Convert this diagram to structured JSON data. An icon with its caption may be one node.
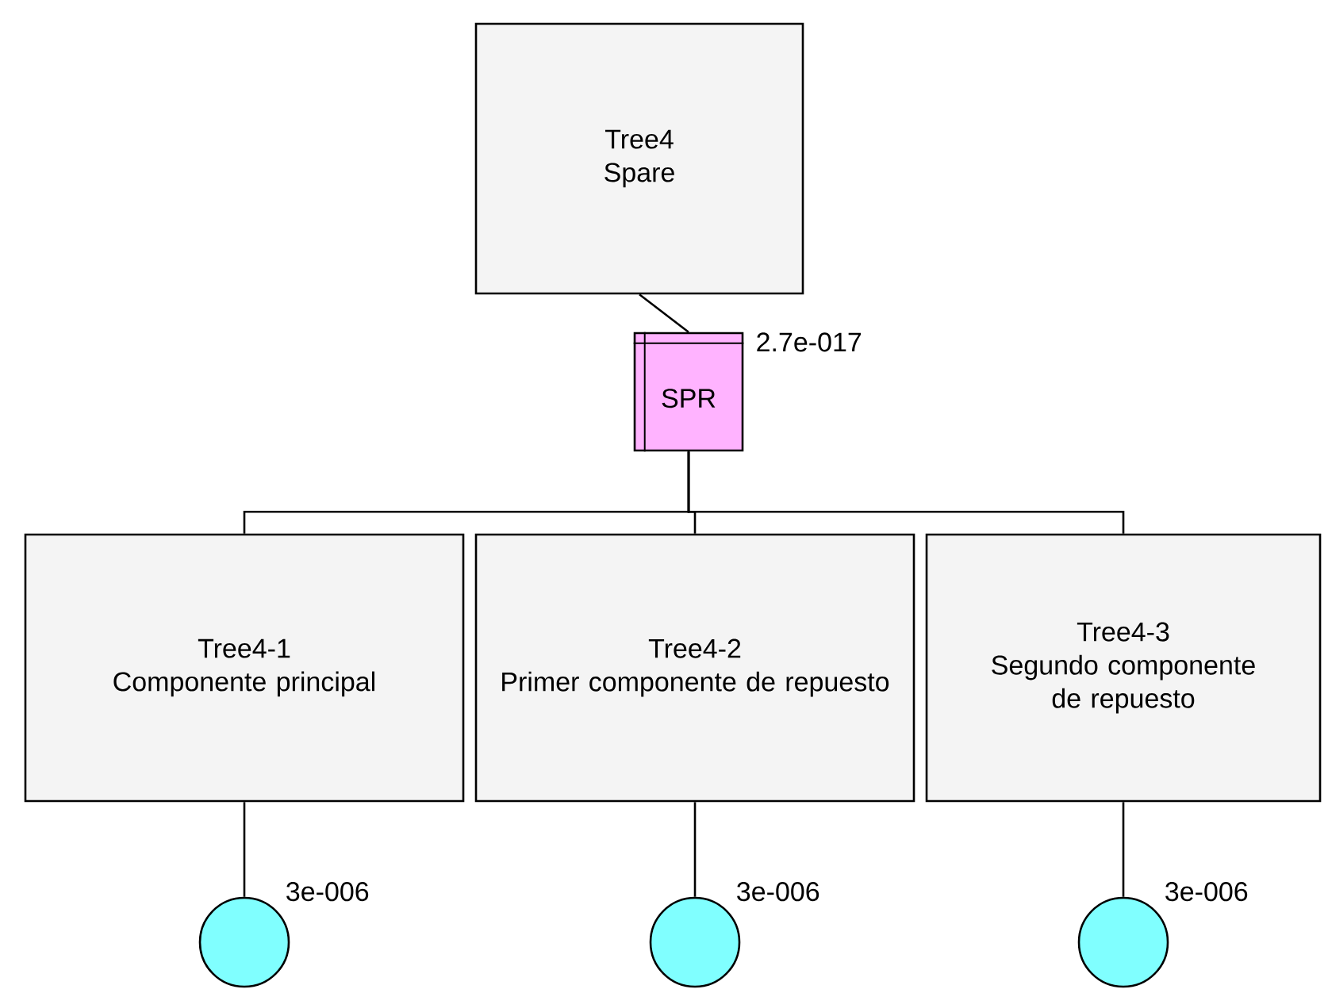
{
  "diagram": {
    "nodes": [
      {
        "text": [
          "Tree4",
          "Spare"
        ]
      },
      {
        "text": [
          "SPR"
        ],
        "beside": [
          "2.7e-017"
        ]
      },
      {
        "text": [
          "Tree4-1",
          "Componente principal"
        ]
      },
      {
        "text": [
          "Tree4-2",
          "Primer componente de repuesto"
        ]
      },
      {
        "text": [
          "Tree4-3",
          "Segundo componente de repuesto"
        ]
      },
      {
        "text": [],
        "shape": "circle",
        "beside": [
          "3e-006"
        ]
      },
      {
        "text": [],
        "shape": "circle",
        "beside": [
          "3e-006"
        ]
      },
      {
        "text": [],
        "shape": "circle",
        "beside": [
          "3e-006"
        ]
      }
    ],
    "edges": [
      {
        "from": 0,
        "to": 1,
        "arrow": "none"
      },
      {
        "from": 1,
        "to": 2,
        "arrow": "none"
      },
      {
        "from": 1,
        "to": 3,
        "arrow": "none"
      },
      {
        "from": 1,
        "to": 4,
        "arrow": "none"
      },
      {
        "from": 2,
        "to": 5,
        "arrow": "none"
      },
      {
        "from": 3,
        "to": 6,
        "arrow": "none"
      },
      {
        "from": 4,
        "to": 7,
        "arrow": "none"
      }
    ]
  }
}
